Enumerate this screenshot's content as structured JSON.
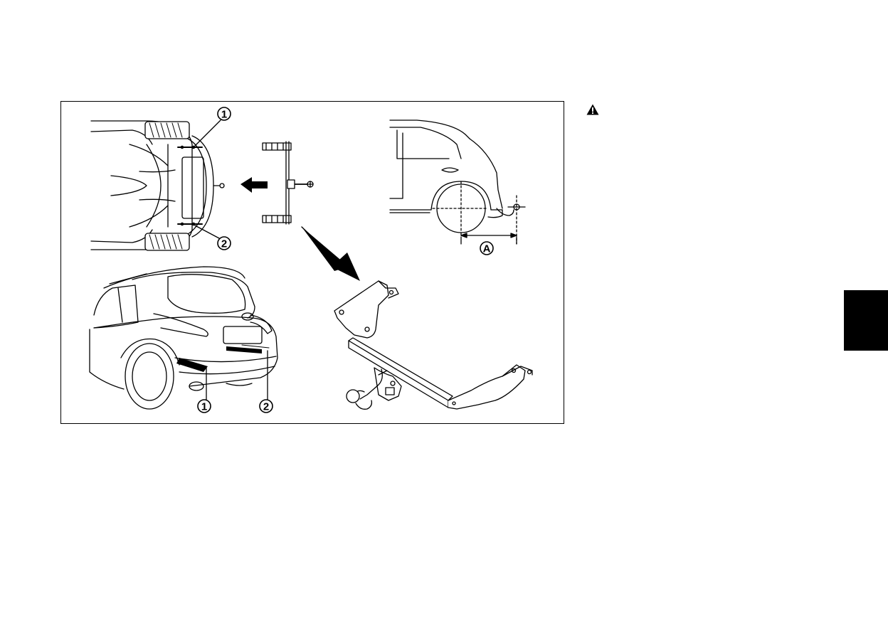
{
  "figure": {
    "callouts": {
      "one_top": "1",
      "two_top": "2",
      "one_bottom": "1",
      "two_bottom": "2",
      "dimension_a": "A"
    }
  },
  "icons": {
    "warning": "warning-triangle-icon",
    "direction_arrow": "arrow-left-icon",
    "pointer_arrow": "arrow-down-right-icon"
  },
  "colors": {
    "ink": "#000000",
    "tab": "#000000",
    "background": "#ffffff"
  }
}
